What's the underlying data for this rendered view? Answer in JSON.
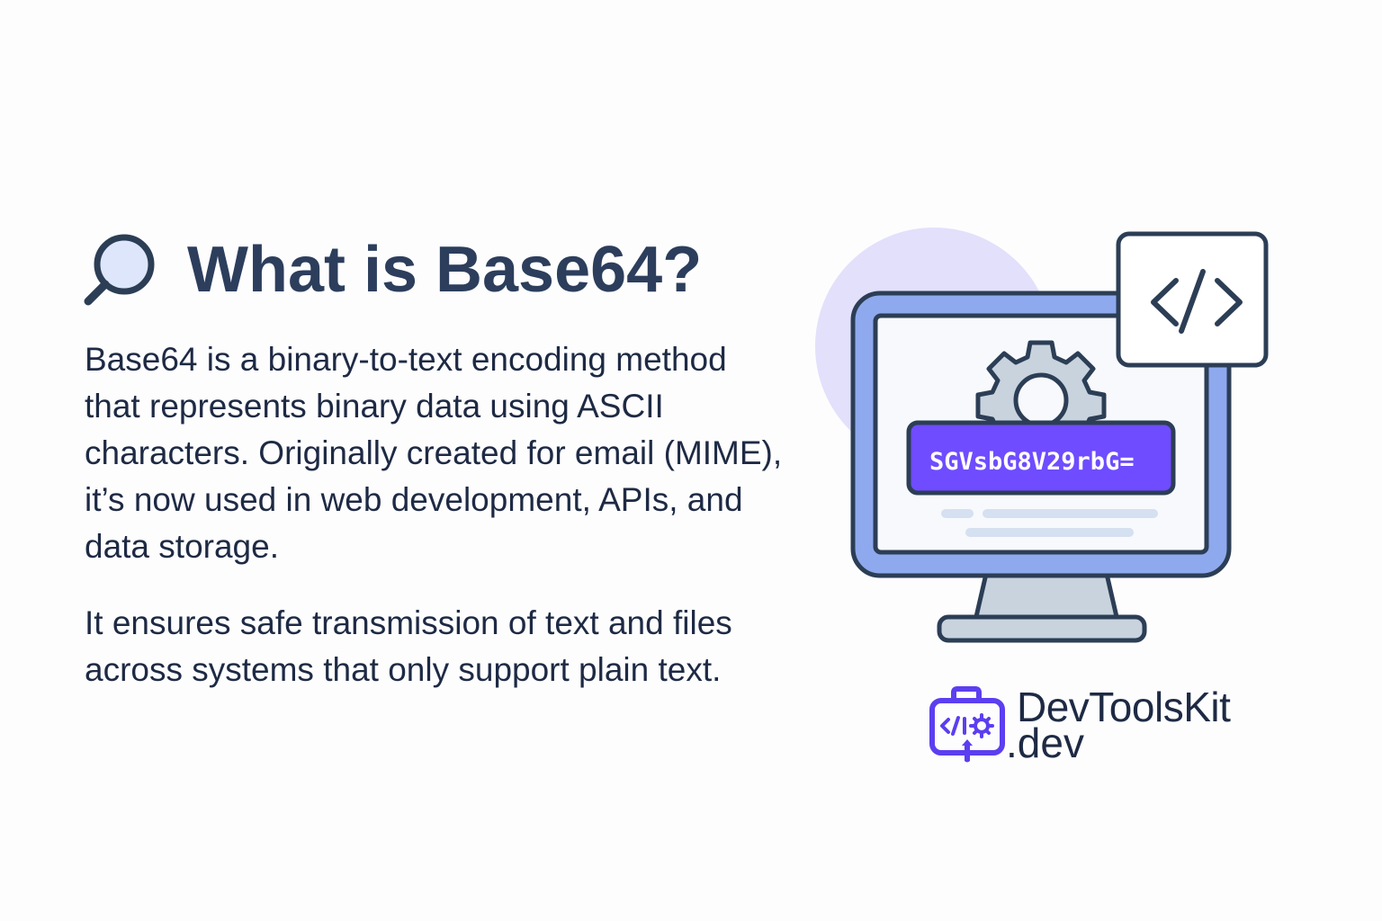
{
  "header": {
    "icon": "magnifier-icon",
    "title": "What is Base64?"
  },
  "body": {
    "paragraphs": [
      "Base64 is a binary-to-text encoding method that represents binary data using ASCII characters. Originally created for email (MIME), it’s now used in web development, APIs, and data storage.",
      "It ensures safe transmission of text and files across systems that only support plain text."
    ]
  },
  "illustration": {
    "encoded_sample": "SGVsbG8V29rbG=",
    "code_badge_icon": "code-brackets-icon",
    "gear_icon": "gear-icon",
    "monitor_icon": "monitor-icon"
  },
  "brand": {
    "icon": "toolkit-briefcase-icon",
    "name": "DevToolsKit",
    "tld": ".dev"
  },
  "colors": {
    "text_dark": "#1e2a44",
    "title": "#2c3e5c",
    "outline": "#2c3e55",
    "monitor_frame": "#8fa9ee",
    "accent_purple": "#6f4cff",
    "background_circle": "#e3e0fb",
    "gear_fill": "#c8d3de",
    "brand_purple": "#5b3ff0"
  }
}
